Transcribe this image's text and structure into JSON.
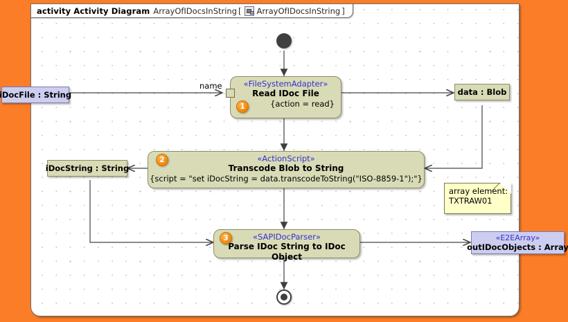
{
  "frame": {
    "keyword": "activity",
    "diagram_kind": "Activity Diagram",
    "name": "ArrayOfIDocsInString",
    "bracket_open": "[",
    "bracket_close": "]",
    "context_icon": "activity-class-icon",
    "context_name": "ArrayOfIDocsInString"
  },
  "colors": {
    "canvas_background": "#fb7d28",
    "frame_background": "#ffffff",
    "action_fill": "#d9dbb6",
    "action_border": "#8c8c62",
    "pin_lavender_fill": "#cdcdf0",
    "pin_lavender_border": "#7a7ab0",
    "stereotype_text": "#3333cc",
    "badge_fill": "#ef8a12",
    "note_fill": "#ffffc8",
    "node_fill": "#3f3f3f"
  },
  "nodes": {
    "initial": {
      "name": "initial-node"
    },
    "final": {
      "name": "activity-final-node"
    },
    "action1": {
      "badge": "1",
      "stereotype": "«FileSystemAdapter»",
      "title": "Read IDoc File",
      "tagged": "{action = read}"
    },
    "action2": {
      "badge": "2",
      "stereotype": "«ActionScript»",
      "title": "Transcode Blob to String",
      "tagged": "{script = \"set iDocString = data.transcodeToString(\"ISO-8859-1\");\"}"
    },
    "action3": {
      "badge": "3",
      "stereotype": "«SAPIDocParser»",
      "title": "Parse IDoc String to IDoc Object"
    }
  },
  "pins": {
    "idocfile": {
      "label": "iDocFile : String"
    },
    "name_pin": {
      "label": "name"
    },
    "data_blob": {
      "label": "data : Blob"
    },
    "idocstring": {
      "label": "iDocString : String"
    },
    "out_array": {
      "stereotype": "«E2EArray»",
      "label": "outIDocObjects : Array"
    }
  },
  "note": {
    "line1": "array element:",
    "line2": "TXTRAW01"
  }
}
